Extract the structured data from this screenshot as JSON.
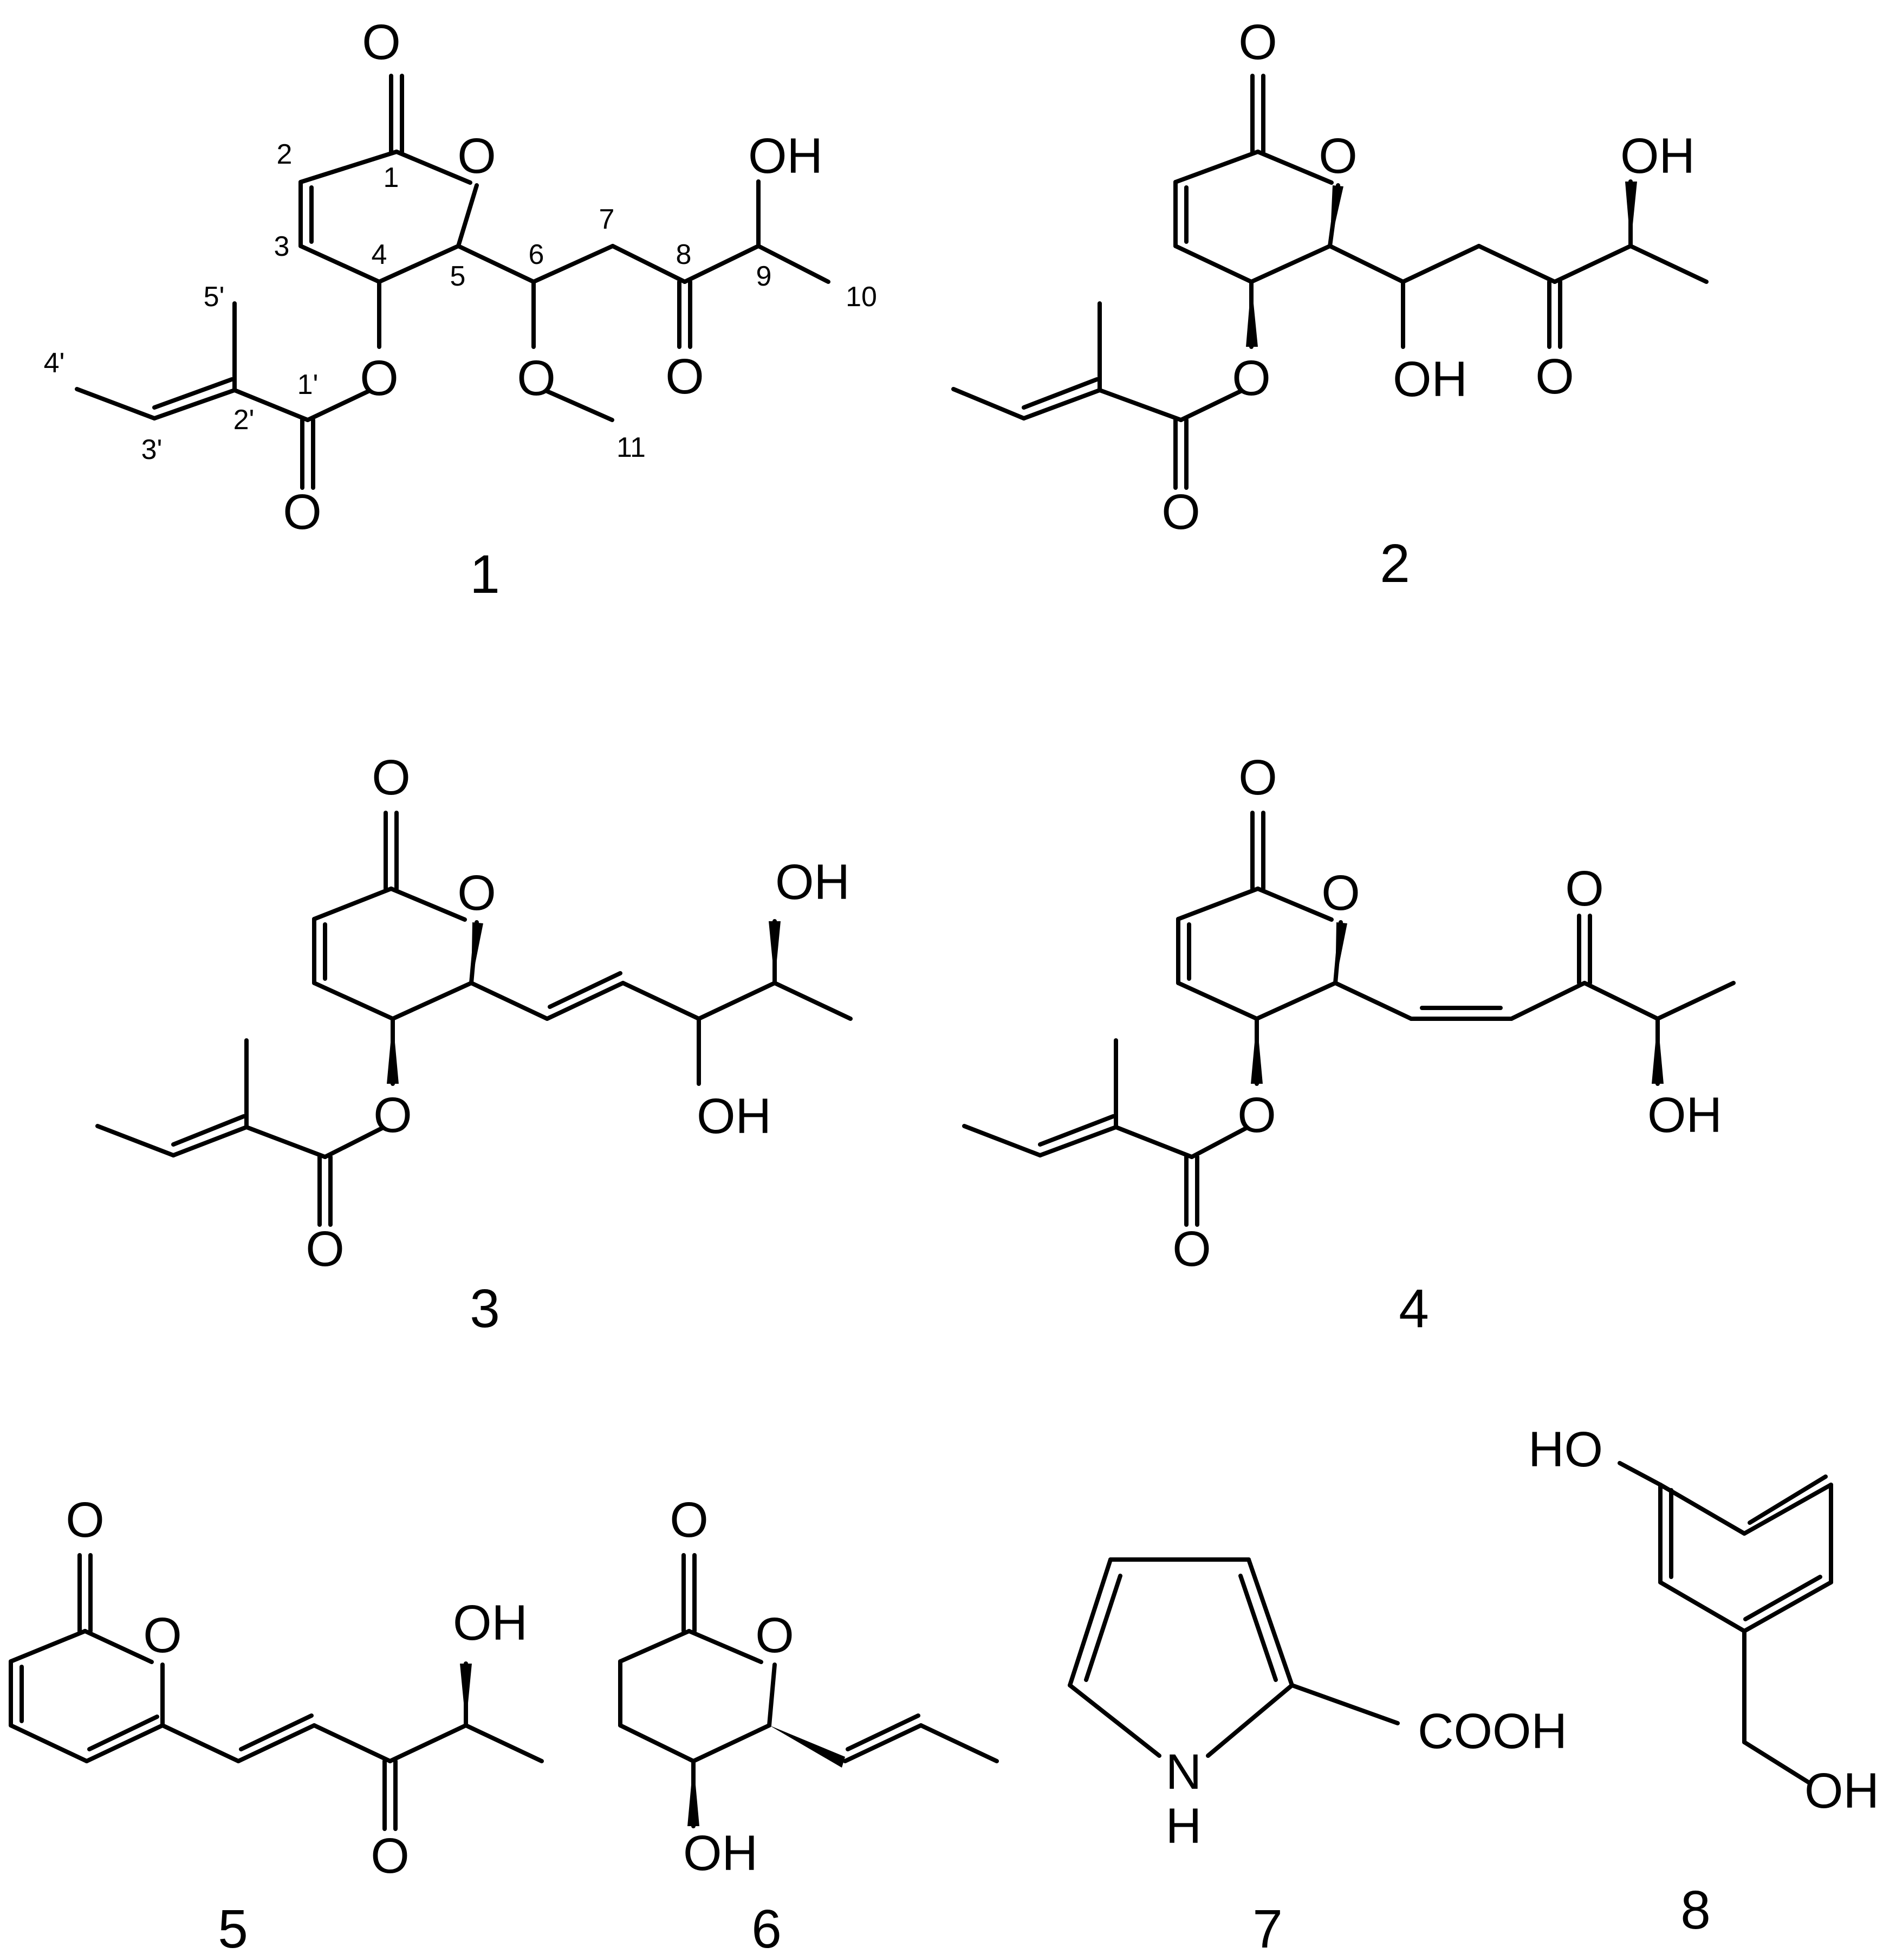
{
  "figure": {
    "compounds": [
      {
        "id": "1",
        "atoms": {
          "ring_o": "O",
          "carbonyl_o": "O",
          "ester_o": "O",
          "ester_carbonyl_o": "O",
          "methoxy_o": "O",
          "ketone_o": "O",
          "oh": "OH"
        },
        "numbering": {
          "c1": "1",
          "c2": "2",
          "c3": "3",
          "c4": "4",
          "c5": "5",
          "c6": "6",
          "c7": "7",
          "c8": "8",
          "c9": "9",
          "c10": "10",
          "c11": "11",
          "c1p": "1'",
          "c2p": "2'",
          "c3p": "3'",
          "c4p": "4'",
          "c5p": "5'"
        }
      },
      {
        "id": "2",
        "atoms": {
          "ring_o": "O",
          "carbonyl_o": "O",
          "ester_o": "O",
          "ester_carbonyl_o": "O",
          "oh_6": "OH",
          "ketone_o": "O",
          "oh_9": "OH"
        }
      },
      {
        "id": "3",
        "atoms": {
          "ring_o": "O",
          "carbonyl_o": "O",
          "ester_o": "O",
          "ester_carbonyl_o": "O",
          "oh_a": "OH",
          "oh_b": "OH"
        }
      },
      {
        "id": "4",
        "atoms": {
          "ring_o": "O",
          "carbonyl_o": "O",
          "ester_o": "O",
          "ester_carbonyl_o": "O",
          "ketone_o": "O",
          "oh": "OH"
        }
      },
      {
        "id": "5",
        "atoms": {
          "ring_o": "O",
          "carbonyl_o": "O",
          "ketone_o": "O",
          "oh": "OH"
        }
      },
      {
        "id": "6",
        "atoms": {
          "ring_o": "O",
          "carbonyl_o": "O",
          "oh": "OH"
        }
      },
      {
        "id": "7",
        "atoms": {
          "n": "N",
          "h": "H",
          "cooh": "COOH"
        }
      },
      {
        "id": "8",
        "atoms": {
          "ho": "HO",
          "oh": "OH"
        }
      }
    ]
  }
}
